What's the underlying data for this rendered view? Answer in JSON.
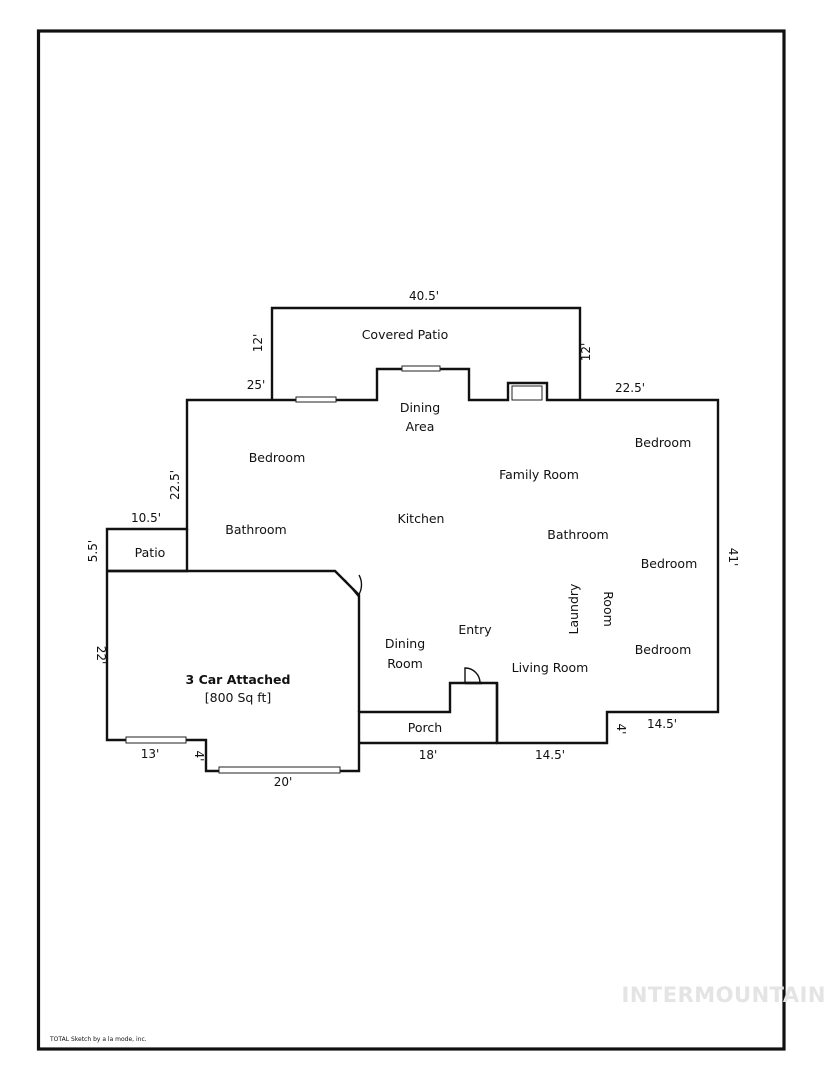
{
  "rooms": {
    "covered_patio": "Covered Patio",
    "dining_area_1": "Dining",
    "dining_area_2": "Area",
    "bedroom_nw": "Bedroom",
    "bedroom_ne": "Bedroom",
    "family_room": "Family Room",
    "bathroom_w": "Bathroom",
    "kitchen": "Kitchen",
    "bathroom_e": "Bathroom",
    "bedroom_e": "Bedroom",
    "patio": "Patio",
    "laundry_1": "Laundry",
    "laundry_2": "Room",
    "entry": "Entry",
    "dining_room_1": "Dining",
    "dining_room_2": "Room",
    "living_room": "Living Room",
    "bedroom_se": "Bedroom",
    "garage_title": "3 Car Attached",
    "garage_area": "[800 Sq ft]",
    "porch": "Porch"
  },
  "dimensions": {
    "top": "40.5'",
    "patio_left": "12'",
    "patio_right": "12'",
    "top_left": "25'",
    "top_right": "22.5'",
    "left_upper": "22.5'",
    "patio_width": "10.5'",
    "patio_depth": "5.5'",
    "right": "41'",
    "garage_left": "22'",
    "garage_bottom_left": "13'",
    "garage_step": "4'",
    "garage_bottom": "20'",
    "porch_bottom": "18'",
    "bottom_middle": "14.5'",
    "step_right": "4'",
    "bottom_right": "14.5'"
  },
  "footer": {
    "credit": "TOTAL Sketch by a la mode, inc.",
    "watermark": "INTERMOUNTAIN"
  }
}
